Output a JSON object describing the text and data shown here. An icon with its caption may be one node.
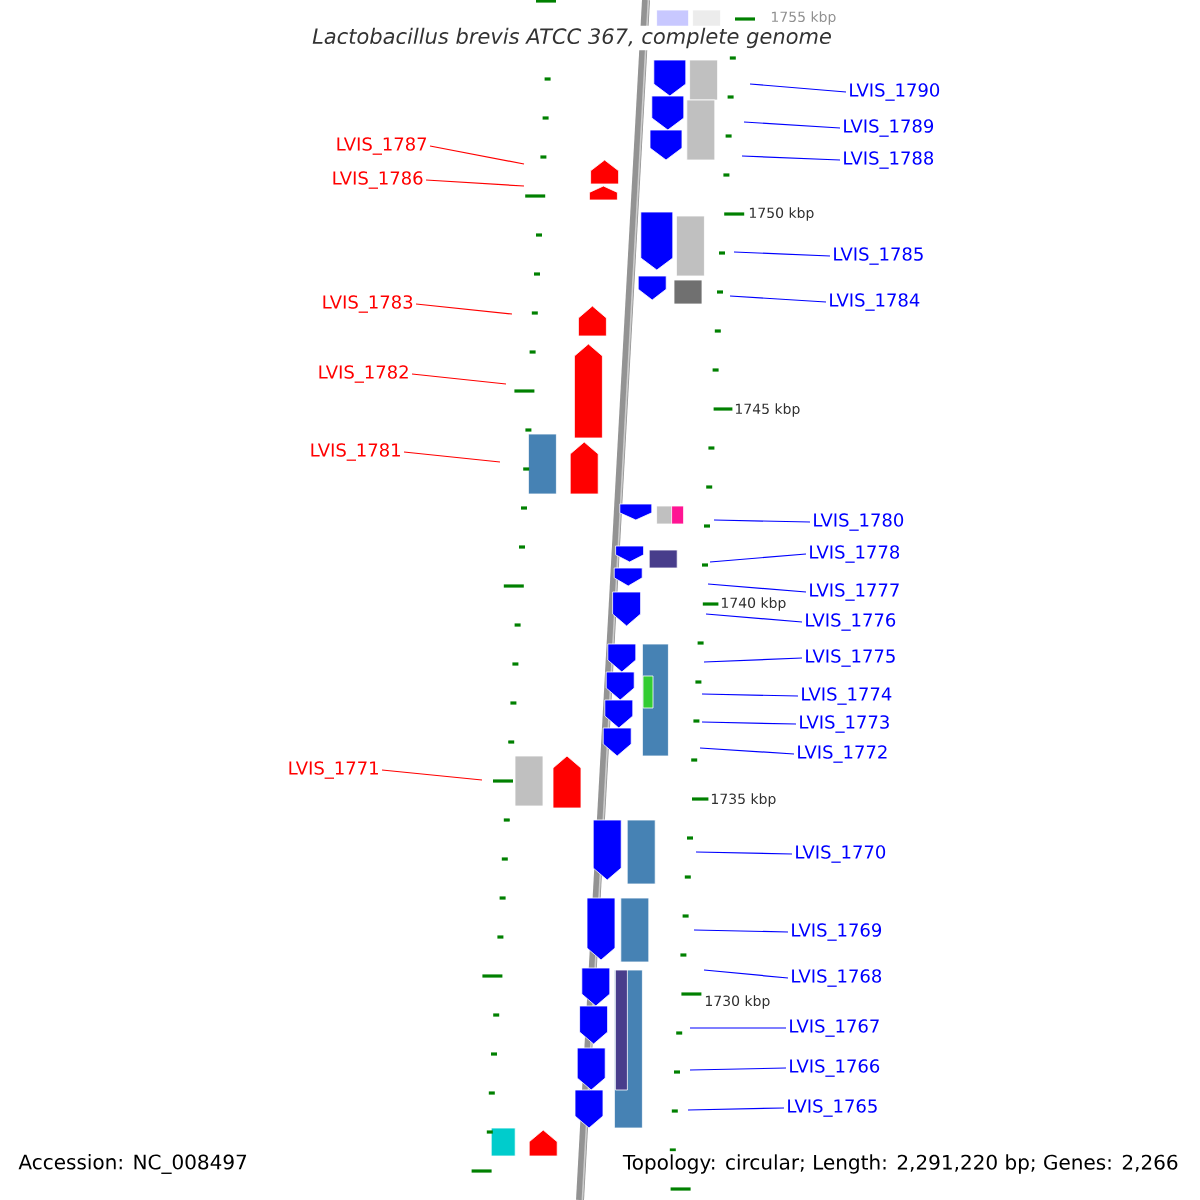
{
  "diagram": {
    "title": "Lactobacillus brevis ATCC 367, complete genome",
    "nodes": [
      {
        "text": [
          "LVIS_1790"
        ]
      },
      {
        "text": [
          "LVIS_1789"
        ]
      },
      {
        "text": [
          "LVIS_1788"
        ]
      },
      {
        "text": [
          "LVIS_1787"
        ]
      },
      {
        "text": [
          "LVIS_1786"
        ]
      },
      {
        "text": [
          "LVIS_1785"
        ]
      },
      {
        "text": [
          "LVIS_1784"
        ]
      },
      {
        "text": [
          "LVIS_1783"
        ]
      },
      {
        "text": [
          "LVIS_1782"
        ]
      },
      {
        "text": [
          "LVIS_1781"
        ]
      },
      {
        "text": [
          "LVIS_1780"
        ]
      },
      {
        "text": [
          "LVIS_1778"
        ]
      },
      {
        "text": [
          "LVIS_1777"
        ]
      },
      {
        "text": [
          "LVIS_1776"
        ]
      },
      {
        "text": [
          "LVIS_1775"
        ]
      },
      {
        "text": [
          "LVIS_1774"
        ]
      },
      {
        "text": [
          "LVIS_1773"
        ]
      },
      {
        "text": [
          "LVIS_1772"
        ]
      },
      {
        "text": [
          "LVIS_1771"
        ]
      },
      {
        "text": [
          "LVIS_1770"
        ]
      },
      {
        "text": [
          "LVIS_1769"
        ]
      },
      {
        "text": [
          "LVIS_1768"
        ]
      },
      {
        "text": [
          "LVIS_1767"
        ]
      },
      {
        "text": [
          "LVIS_1766"
        ]
      },
      {
        "text": [
          "LVIS_1765"
        ]
      }
    ],
    "edges": [
      {
        "from": 0,
        "to": null,
        "arrow": "none"
      },
      {
        "from": 1,
        "to": null,
        "arrow": "none"
      },
      {
        "from": 2,
        "to": null,
        "arrow": "none"
      },
      {
        "from": 3,
        "to": null,
        "arrow": "none",
        "color": "#ff0000"
      },
      {
        "from": 4,
        "to": null,
        "arrow": "none",
        "color": "#ff0000"
      },
      {
        "from": 5,
        "to": null,
        "arrow": "none"
      },
      {
        "from": 6,
        "to": null,
        "arrow": "none"
      },
      {
        "from": 7,
        "to": null,
        "arrow": "none",
        "color": "#ff0000"
      },
      {
        "from": 8,
        "to": null,
        "arrow": "none",
        "color": "#ff0000"
      },
      {
        "from": 9,
        "to": null,
        "arrow": "none",
        "color": "#ff0000"
      },
      {
        "from": 10,
        "to": null,
        "arrow": "none"
      },
      {
        "from": 11,
        "to": null,
        "arrow": "none"
      },
      {
        "from": 12,
        "to": null,
        "arrow": "none"
      },
      {
        "from": 13,
        "to": null,
        "arrow": "none"
      },
      {
        "from": 14,
        "to": null,
        "arrow": "none"
      },
      {
        "from": 15,
        "to": null,
        "arrow": "none"
      },
      {
        "from": 16,
        "to": null,
        "arrow": "none"
      },
      {
        "from": 17,
        "to": null,
        "arrow": "none"
      },
      {
        "from": 18,
        "to": null,
        "arrow": "none",
        "color": "#ff0000"
      },
      {
        "from": 19,
        "to": null,
        "arrow": "none"
      },
      {
        "from": 20,
        "to": null,
        "arrow": "none"
      },
      {
        "from": 21,
        "to": null,
        "arrow": "none"
      },
      {
        "from": 22,
        "to": null,
        "arrow": "none"
      },
      {
        "from": 23,
        "to": null,
        "arrow": "none"
      },
      {
        "from": 24,
        "to": null,
        "arrow": "none"
      }
    ],
    "labels": [
      "1755 kbp",
      "1750 kbp",
      "1745 kbp",
      "1740 kbp",
      "1735 kbp",
      "1730 kbp",
      "Accession: NC_008497",
      "Topology: circular; Length: 2,291,220 bp; Genes: 2,266"
    ]
  }
}
